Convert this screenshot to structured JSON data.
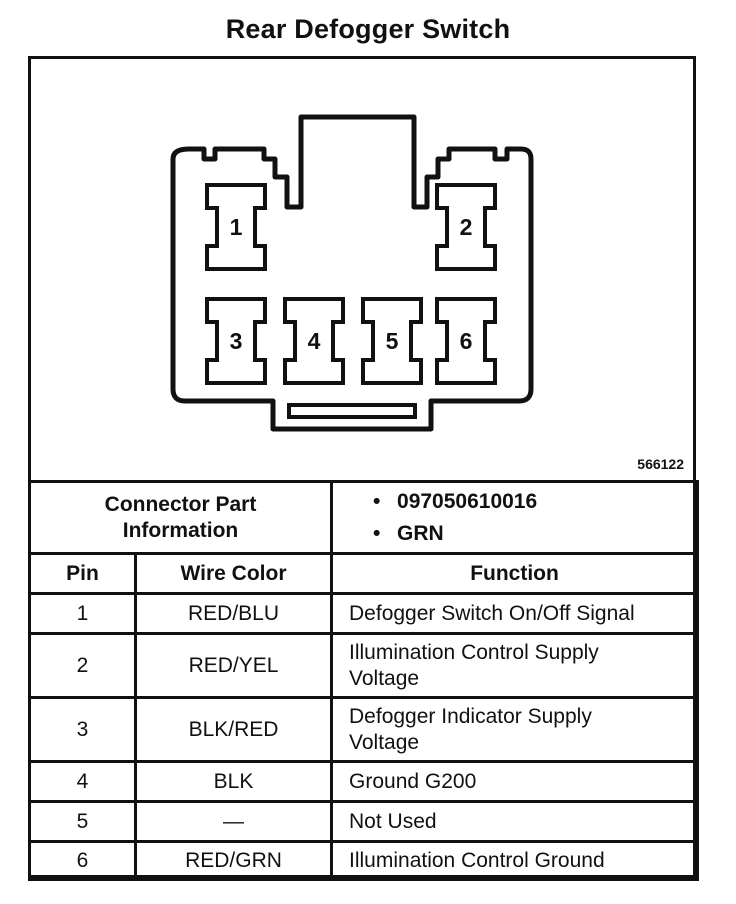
{
  "title": "Rear Defogger Switch",
  "figure_id": "566122",
  "connector": {
    "pin_labels": [
      "1",
      "2",
      "3",
      "4",
      "5",
      "6"
    ]
  },
  "connector_info": {
    "label": "Connector Part Information",
    "items": [
      "097050610016",
      "GRN"
    ]
  },
  "table": {
    "headers": [
      "Pin",
      "Wire Color",
      "Function"
    ],
    "rows": [
      {
        "pin": "1",
        "color": "RED/BLU",
        "function": "Defogger Switch On/Off Signal"
      },
      {
        "pin": "2",
        "color": "RED/YEL",
        "function": "Illumination Control Supply Voltage"
      },
      {
        "pin": "3",
        "color": "BLK/RED",
        "function": "Defogger Indicator Supply Voltage"
      },
      {
        "pin": "4",
        "color": "BLK",
        "function": "Ground G200"
      },
      {
        "pin": "5",
        "color": "—",
        "function": "Not Used"
      },
      {
        "pin": "6",
        "color": "RED/GRN",
        "function": "Illumination Control Ground"
      }
    ]
  }
}
